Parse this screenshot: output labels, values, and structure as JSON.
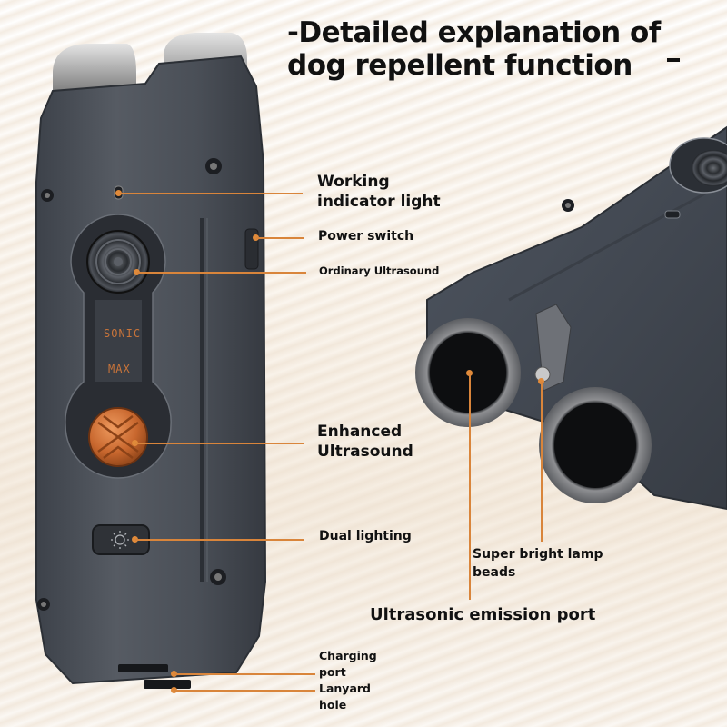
{
  "title": {
    "line1": "-Detailed explanation of",
    "line2": "dog repellent function"
  },
  "device_panel": {
    "sonic_label": "SONIC",
    "max_label": "MAX"
  },
  "callouts": [
    {
      "id": "working-indicator",
      "line1": "Working",
      "line2": "indicator light"
    },
    {
      "id": "power-switch",
      "text": "Power switch"
    },
    {
      "id": "ordinary-ultrasound",
      "text": "Ordinary Ultrasound"
    },
    {
      "id": "enhanced-ultrasound",
      "line1": "Enhanced",
      "line2": "Ultrasound"
    },
    {
      "id": "dual-lighting",
      "text": "Dual lighting"
    },
    {
      "id": "charging-port",
      "line1": "Charging",
      "line2": "port"
    },
    {
      "id": "lanyard-hole",
      "line1": "Lanyard",
      "line2": "hole"
    },
    {
      "id": "super-bright-lamp-beads",
      "line1": "Super bright lamp",
      "line2": "beads"
    },
    {
      "id": "ultrasonic-emission-port",
      "text": "Ultrasonic emission port"
    }
  ],
  "colors": {
    "accent": "#d9853b",
    "device_body": "#4a4f57",
    "button_orange": "#c8672e",
    "metal": "#9a9a9a"
  }
}
